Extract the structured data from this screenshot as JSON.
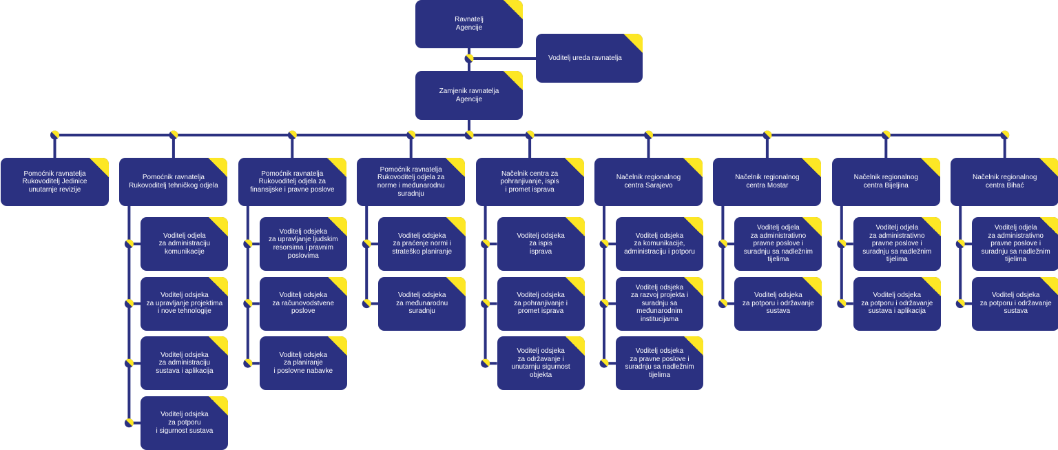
{
  "colors": {
    "box": "#2b3181",
    "accent": "#fde725",
    "line": "#2b3181",
    "text": "#ffffff",
    "background": "#ffffff"
  },
  "top": {
    "director": "Ravnatelj\nAgencije",
    "office_head": "Voditelj ureda ravnatelja",
    "deputy": "Zamjenik ravnatelja\nAgencije"
  },
  "columns": [
    {
      "head": "Pomoćnik ravnatelja\nRukovoditelj  Jedinice\nunutarnje revizije",
      "units": []
    },
    {
      "head": "Pomoćnik ravnatelja\nRukovoditelj tehničkog odjela",
      "units": [
        "Voditelj odjela\nza administraciju\nkomunikacije",
        "Voditelj odsjeka\nza upravljanje projektima\ni nove tehnologije",
        "Voditelj odsjeka\nza administraciju\nsustava i aplikacija",
        "Voditelj odsjeka\nza potporu\ni sigurnost sustava"
      ]
    },
    {
      "head": "Pomoćnik ravnatelja\nRukovoditelj odjela za\nfinansijske i pravne poslove",
      "units": [
        "Voditelj odsjeka\nza upravljanje ljudskim\nresorsima i pravnim\nposlovima",
        "Voditelj odsjeka\nza računovodstvene\nposlove",
        "Voditelj odsjeka\nza planiranje\ni poslovne nabavke"
      ]
    },
    {
      "head": "Pomoćnik ravnatelja\nRukovoditelj odjela za\nnorme i međunarodnu\nsuradnju",
      "units": [
        "Voditelj odsjeka\nza praćenje normi i\nstrateško planiranje",
        "Voditelj odsjeka\nza međunarodnu\nsuradnju"
      ]
    },
    {
      "head": "Načelnik centra za\npohranjivanje, ispis\ni promet isprava",
      "units": [
        "Voditelj odsjeka\nza ispis\nisprava",
        "Voditelj odsjeka\nza pohranjivanje i\npromet isprava",
        "Voditelj odsjeka\nza održavanje i\nunutarnju sigurnost\nobjekta"
      ]
    },
    {
      "head": "Načelnik regionalnog\ncentra Sarajevo",
      "units": [
        "Voditelj odsjeka\nza komunikacije,\nadministraciju i potporu",
        "Voditelj odsjeka\nza razvoj projekta i\nsuradnju sa\nmeđunarodnim\ninstitucijama",
        "Voditelj odsjeka\nza pravne poslove i\nsuradnju sa nadležnim\ntijelima"
      ]
    },
    {
      "head": "Načelnik regionalnog\ncentra Mostar",
      "units": [
        "Voditelj odjela\nza administrativno\npravne poslove i\nsuradnju sa nadležnim\ntijelima",
        "Voditelj odsjeka\nza potporu i održavanje\nsustava"
      ]
    },
    {
      "head": "Načelnik regionalnog\ncentra Bijeljina",
      "units": [
        "Voditelj odjela\nza administrativno\npravne poslove i\nsuradnju sa nadležnim\ntijelima",
        "Voditelj odsjeka\nza potporu i održavanje\nsustava i aplikacija"
      ]
    },
    {
      "head": "Načelnik regionalnog\ncentra Bihać",
      "units": [
        "Voditelj odjela\nza administrativno\npravne poslove i\nsuradnju sa nadležnim\ntijelima",
        "Voditelj odsjeka\nza potporu i održavanje\nsustava"
      ]
    }
  ]
}
